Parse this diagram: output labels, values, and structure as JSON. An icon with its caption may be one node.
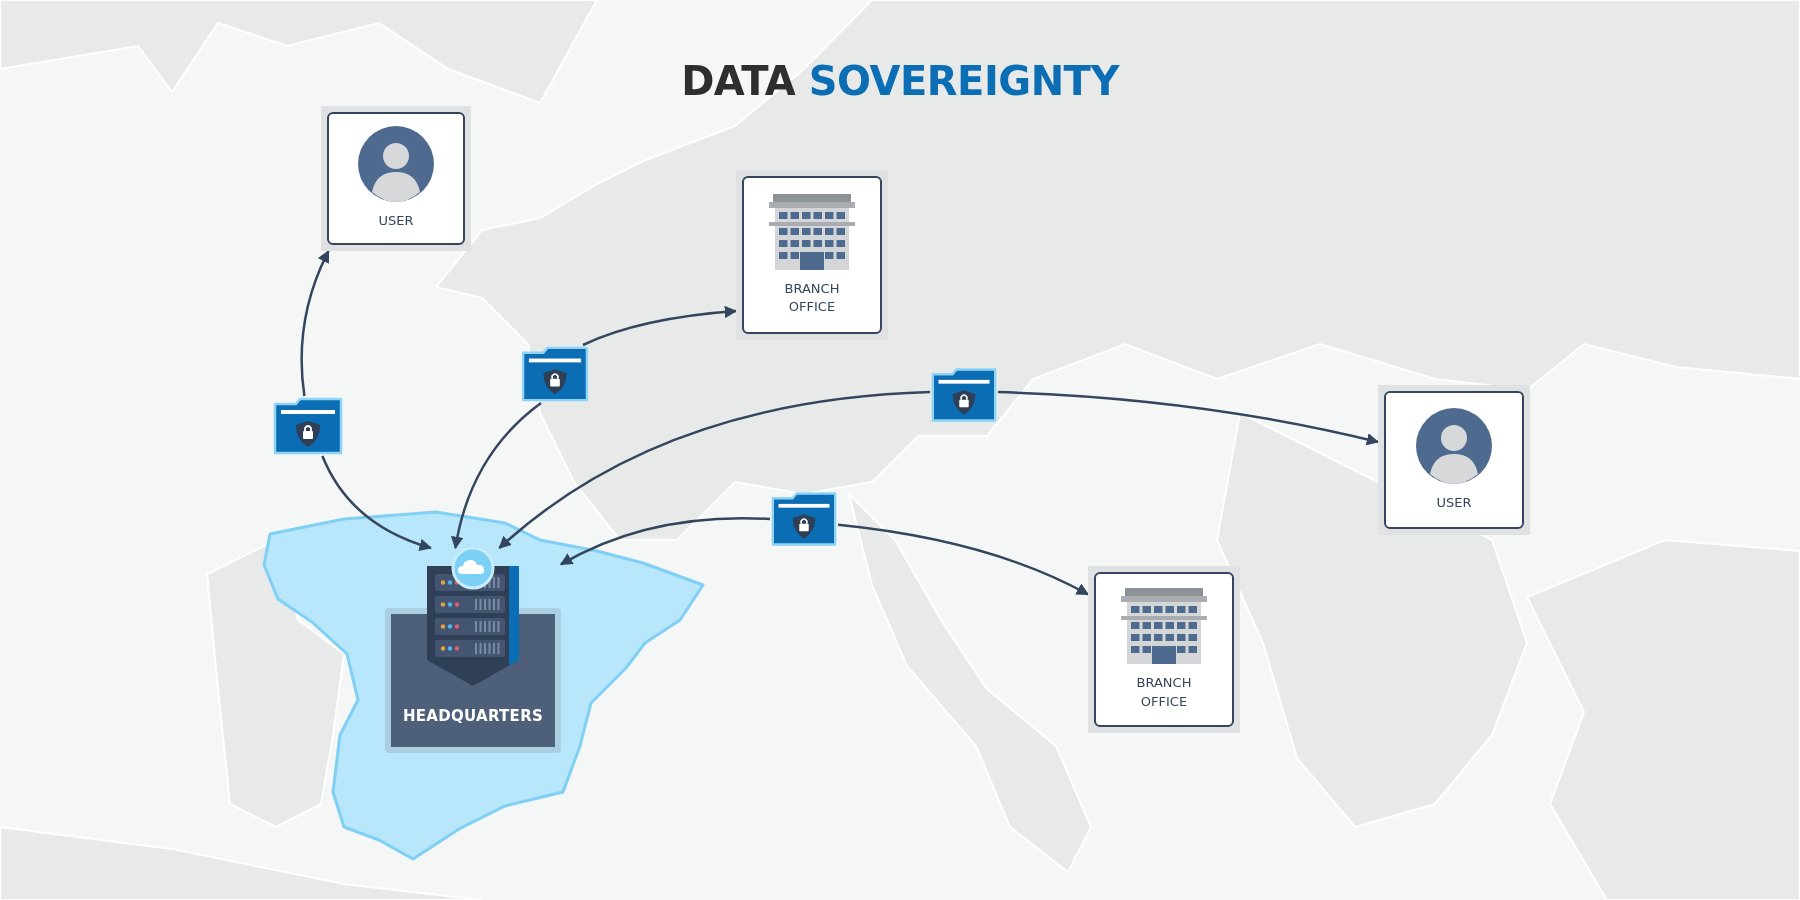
{
  "diagram": {
    "title": "DATA SOVEREIGNTY",
    "nodes": [
      {
        "text": [
          "USER"
        ]
      },
      {
        "text": [
          "BRANCH OFFICE"
        ]
      },
      {
        "text": [
          "USER"
        ]
      },
      {
        "text": [
          "BRANCH OFFICE"
        ]
      },
      {
        "text": [
          "HEADQUARTERS"
        ]
      },
      {
        "text": [],
        "shape": "picture"
      },
      {
        "text": [],
        "shape": "picture"
      },
      {
        "text": [],
        "shape": "picture"
      },
      {
        "text": [],
        "shape": "picture"
      }
    ],
    "edges": [
      {
        "from": 5,
        "to": 0,
        "arrow": "to"
      },
      {
        "from": 5,
        "to": 4,
        "arrow": "to"
      },
      {
        "from": 6,
        "to": 1,
        "arrow": "to"
      },
      {
        "from": 6,
        "to": 4,
        "arrow": "to"
      },
      {
        "from": 7,
        "to": 2,
        "arrow": "to"
      },
      {
        "from": 7,
        "to": 4,
        "arrow": "to"
      },
      {
        "from": 8,
        "to": 3,
        "arrow": "to"
      },
      {
        "from": 8,
        "to": 4,
        "arrow": "to"
      }
    ]
  }
}
